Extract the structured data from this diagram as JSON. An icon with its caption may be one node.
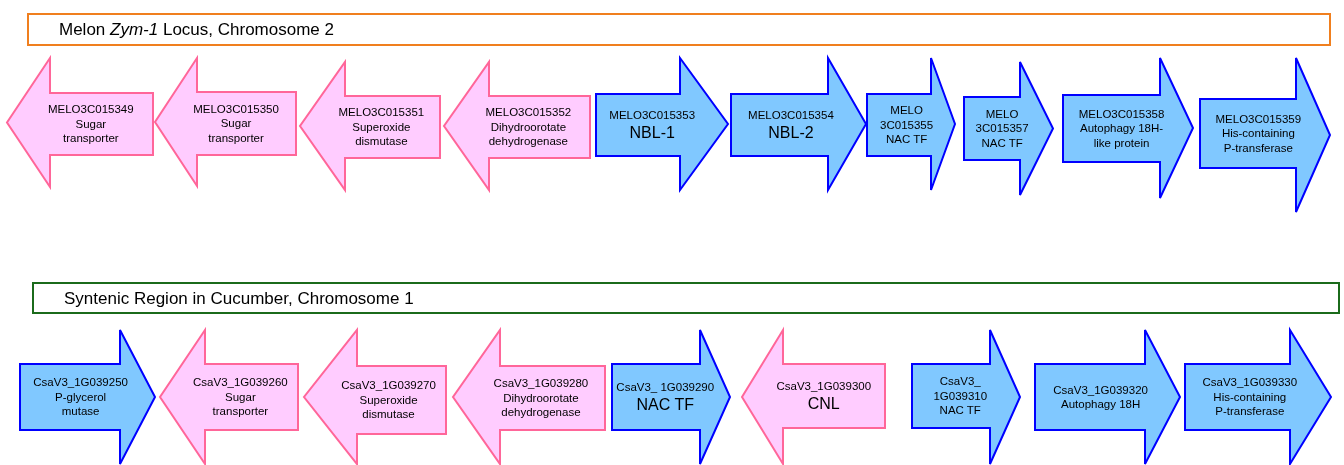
{
  "diagram": {
    "nodes": [
      {
        "text": [
          "Melon *Zym-1* Locus, Chromosome 2"
        ]
      },
      {
        "text": [
          "MELO3C015349",
          "Sugar transporter"
        ]
      },
      {
        "text": [
          "MELO3C015350",
          "Sugar transporter"
        ]
      },
      {
        "text": [
          "MELO3C015351",
          "Superoxide dismutase"
        ]
      },
      {
        "text": [
          "MELO3C015352",
          "Dihydroorotate dehydrogenase"
        ]
      },
      {
        "text": [
          "MELO3C015353",
          "NBL-1"
        ]
      },
      {
        "text": [
          "MELO3C015354",
          "NBL-2"
        ]
      },
      {
        "text": [
          "MELO 3C015355",
          "NAC TF"
        ]
      },
      {
        "text": [
          "MELO 3C015357",
          "NAC TF"
        ]
      },
      {
        "text": [
          "MELO3C015358",
          "Autophagy 18H-like protein"
        ]
      },
      {
        "text": [
          "MELO3C015359",
          "His-containing P-transferase"
        ]
      },
      {
        "text": [
          "Syntenic Region in Cucumber, Chromosome 1"
        ]
      },
      {
        "text": [
          "CsaV3_1G039250",
          "P-glycerol mutase"
        ]
      },
      {
        "text": [
          "CsaV3_1G039260",
          "Sugar transporter"
        ]
      },
      {
        "text": [
          "CsaV3_1G039270",
          "Superoxide dismutase"
        ]
      },
      {
        "text": [
          "CsaV3_1G039280",
          "Dihydroorotate dehydrogenase"
        ]
      },
      {
        "text": [
          "CsaV3_ 1G039290",
          "NAC TF"
        ]
      },
      {
        "text": [
          "CsaV3_1G039300",
          "CNL"
        ]
      },
      {
        "text": [
          "CsaV3_ 1G039310",
          "NAC TF"
        ]
      },
      {
        "text": [
          "CsaV3_1G039320",
          "Autophagy 18H"
        ]
      },
      {
        "text": [
          "CsaV3_1G039330",
          "His-containing P-transferase"
        ]
      }
    ]
  }
}
